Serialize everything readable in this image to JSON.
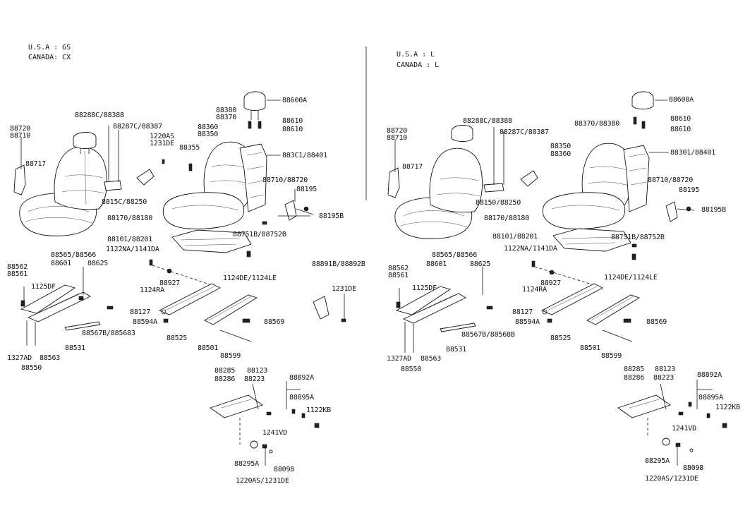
{
  "left": {
    "header": {
      "line1": "U.S.A : GS",
      "line2": "CANADA: CX"
    },
    "labels": {
      "l88600A": "88600A",
      "l88380": "88380",
      "l88370": "88370",
      "l88610a": "88610",
      "l88610b": "88610",
      "l88360": "88360",
      "l88350": "88350",
      "l88288": "88288C/88388",
      "l88287": "88287C/88387",
      "l1220AS": "1220AS",
      "l1231DE": "1231DE",
      "l88355": "88355",
      "l88301": "883C1/88401",
      "l88720": "88720",
      "l88710": "88710",
      "l88717": "88717",
      "l88710_88720": "88710/88720",
      "l88195": "88195",
      "l88150": "8815C/88250",
      "l88170": "88170/88180",
      "l88195B": "88195B",
      "l88751B": "88751B/88752B",
      "l88101": "88101/88201",
      "l1122NA": "1122NA/1141DA",
      "l88565": "88565/88566",
      "l88562": "88562",
      "l88561": "88561",
      "l88601": "88601",
      "l88625": "88625",
      "l1125DF": "1125DF",
      "l88927": "88927",
      "l1124RA": "1124RA",
      "l1124DE": "1124DE/1124LE",
      "l88891B": "88891B/88892B",
      "l1231DE_b": "1231DE",
      "l88127": "88127",
      "l88594A": "88594A",
      "l88567": "88567B/885683",
      "l88569": "88569",
      "l88525": "88525",
      "l88531": "88531",
      "l88501": "88501",
      "l1327AD": "1327AD",
      "l88563": "88563",
      "l88550": "88550",
      "l88599": "88599",
      "l88285": "88285",
      "l88286": "88286",
      "l88123": "88123",
      "l88223": "88223",
      "l88892A": "88892A",
      "l88895A": "88895A",
      "l1122KB": "1122KB",
      "l1241VD": "1241VD",
      "l88295A": "88295A",
      "l88098": "88098",
      "l1220AS_b": "1220AS/1231DE"
    }
  },
  "right": {
    "header": {
      "line1": "U.S.A : L",
      "line2": "CANADA : L"
    },
    "labels": {
      "r88600A": "88600A",
      "r88610a": "88610",
      "r88610b": "88610",
      "r88288": "88288C/88388",
      "r88287": "88287C/88387",
      "r88370": "88370/88380",
      "r88350": "88350",
      "r88360": "88360",
      "r88301": "88301/88401",
      "r88720": "88720",
      "r88710": "88710",
      "r88717": "88717",
      "r88710_88720": "88710/88720",
      "r88195": "88195",
      "r88150": "88150/88250",
      "r88170": "88170/88180",
      "r88195B": "88195B",
      "r88101": "88101/88201",
      "r88751B": "88751B/88752B",
      "r1122NA": "1122NA/1141DA",
      "r88565": "88565/88566",
      "r88562": "88562",
      "r88561": "88561",
      "r88601": "88601",
      "r88625": "88625",
      "r1125DF": "1125DF",
      "r88927": "88927",
      "r1124RA": "1124RA",
      "r1124DE": "1124DE/1124LE",
      "r88127": "88127",
      "r88594A": "88594A",
      "r88567": "88567B/88568B",
      "r88569": "88569",
      "r88525": "88525",
      "r88531": "88531",
      "r88501": "88501",
      "r1327AD": "1327AD",
      "r88563": "88563",
      "r88550": "88550",
      "r88599": "88599",
      "r88285": "88285",
      "r88286": "88286",
      "r88123": "88123",
      "r88223": "88223",
      "r88892A": "88892A",
      "r88895A": "88895A",
      "r1122KB": "1122KB",
      "r1241VD": "1241VD",
      "r88295A": "88295A",
      "r88098": "88098",
      "r1220AS": "1220AS/1231DE"
    }
  }
}
